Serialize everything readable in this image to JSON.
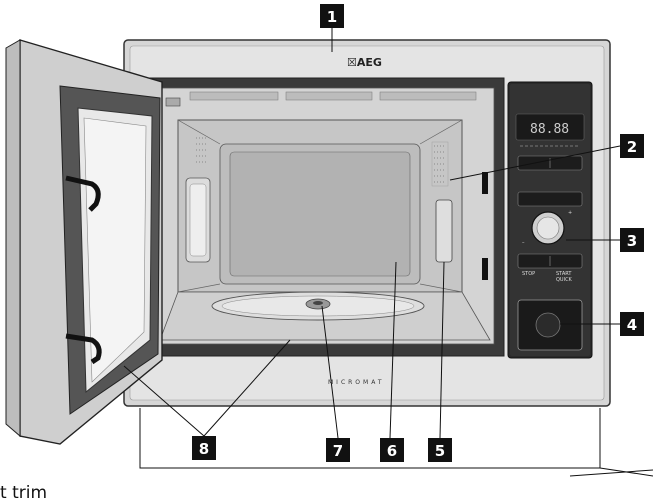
{
  "brand": "☒AEG",
  "front_text": "MICROMAT",
  "display_readout": "88.88",
  "panel_labels": {
    "stop": "STOP",
    "start": "START",
    "quick": "QUICK",
    "minus": "–",
    "plus": "+"
  },
  "callouts": [
    "1",
    "2",
    "3",
    "4",
    "5",
    "6",
    "7",
    "8"
  ],
  "caption_fragment": "t trim",
  "colors": {
    "callout_fill": "#111111",
    "panel": "#2a2a2a",
    "frame": "#d4d4d4",
    "cavity": "#c8c8c8"
  }
}
